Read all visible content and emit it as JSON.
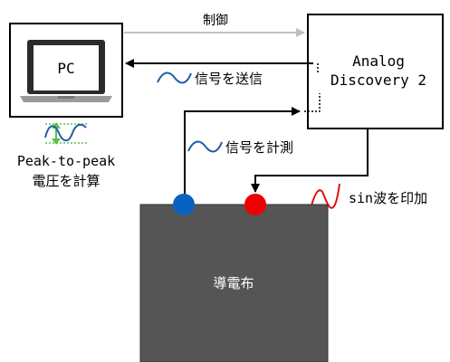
{
  "pc": {
    "label": "PC"
  },
  "device": {
    "line1": "Analog",
    "line2": "Discovery 2"
  },
  "arrows": {
    "control_label": "制御",
    "send_signal_label": "信号を送信",
    "measure_signal_label": "信号を計測",
    "apply_sine_label": "sin波を印加"
  },
  "calc": {
    "line1": "Peak-to-peak",
    "line2": "電圧を計算"
  },
  "cloth": {
    "label": "導電布"
  },
  "colors": {
    "frame": "#000000",
    "control_arrow": "#c0c0c0",
    "wave_blue": "#1f5fa8",
    "wave_red": "#e01010",
    "peak_guide": "#5fbf4a",
    "cloth_fill": "#555555",
    "electrode_blue": "#0a62c0",
    "electrode_red": "#ee0000",
    "laptop_body": "#2b2b2b",
    "laptop_base": "#9a9a9a"
  }
}
